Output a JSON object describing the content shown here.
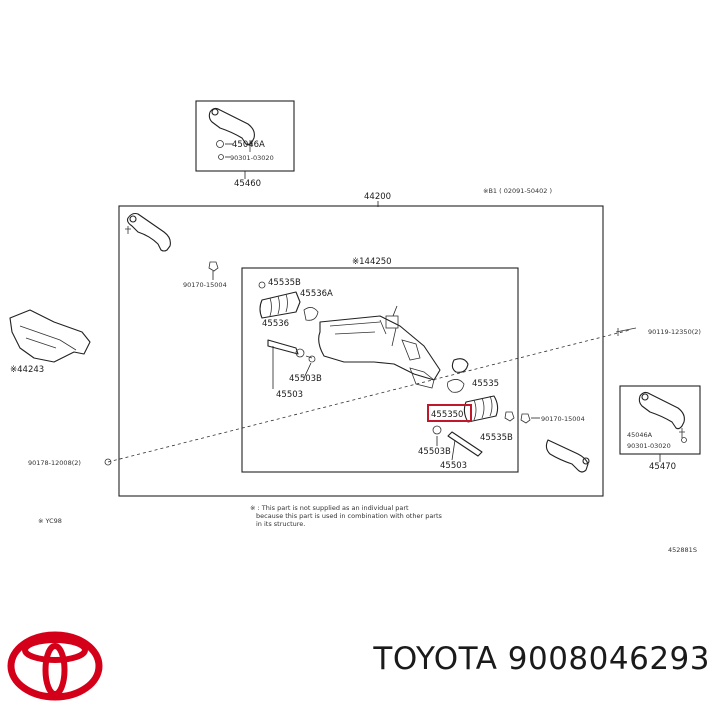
{
  "labels": {
    "p45460": "45460",
    "p45046A_top": "45046A",
    "p90301_top": "90301-03020",
    "p44200": "44200",
    "note_top_right": "※B1 (   02091-50402    )",
    "p44250": "※144250",
    "p45535B_top": "45535B",
    "p45536A": "45536A",
    "p45536": "45536",
    "p90170_left": "90170-15004",
    "p44243": "※44243",
    "p45503B_left": "45503B",
    "p45503_left": "45503",
    "p90119": "90119-12350(2)",
    "p45535": "45535",
    "p455350": "455350",
    "p45535B_right": "45535B",
    "p90170_right": "90170-15004",
    "p45046A_right": "45046A",
    "p90301_right": "90301-03020",
    "p45470": "45470",
    "p45503B_bottom": "45503B",
    "p45503_bottom": "45503",
    "p90178": "90178-12008(2)",
    "p_left_note": "※ YC98",
    "note_line1": "※ : This part is not supplied as an individual part",
    "note_line2": "because this part is used in combination with other parts",
    "note_line3": "in its structure.",
    "diagram_id": "452881S"
  },
  "caption": "TOYOTA 9008046293",
  "colors": {
    "highlight": "#c0172a",
    "toyota_red": "#d4001a",
    "line": "#222222"
  },
  "icons": {
    "brand_logo": "toyota-logo-icon"
  }
}
